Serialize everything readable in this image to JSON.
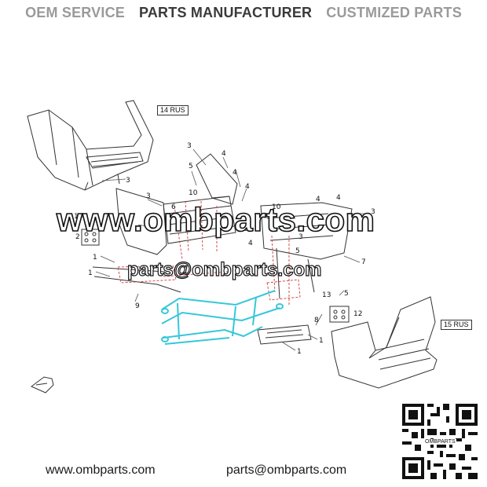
{
  "header": {
    "items": [
      "OEM SERVICE",
      "PARTS MANUFACTURER",
      "CUSTMIZED PARTS"
    ]
  },
  "watermark": {
    "domain": "www.ombparts.com",
    "email": "parts@ombparts.com"
  },
  "callouts": {
    "box1": "14 RUS",
    "box2": "15 RUS"
  },
  "part_numbers": [
    "1",
    "2",
    "3",
    "4",
    "5",
    "6",
    "7",
    "8",
    "9",
    "10",
    "12",
    "13"
  ],
  "footer": {
    "website": "www.ombparts.com",
    "email": "parts@ombparts.com"
  },
  "qr_label": "OMBPARTS",
  "colors": {
    "header_gray": "#9a9a9a",
    "header_dark": "#3a3a3a",
    "line": "#333333",
    "highlight_red": "#d23a3a",
    "highlight_cyan": "#36c7d9"
  }
}
